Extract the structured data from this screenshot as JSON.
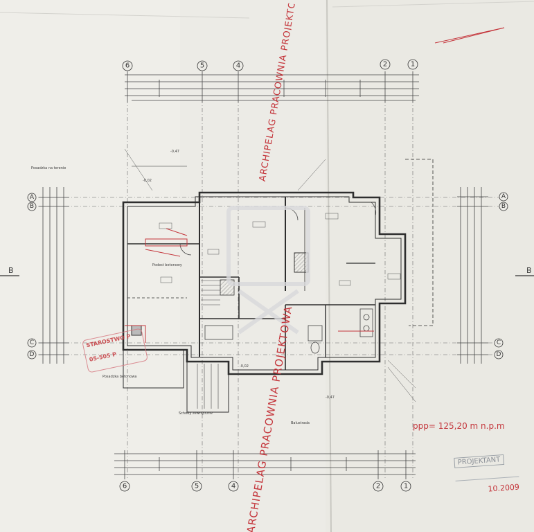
{
  "stamp": {
    "text": "ARCHIPELAG PRACOWNIA PROJEKTOWA",
    "upper_text": "ARCHIPELAG PRACOWNIA PROJEKTOWA",
    "color": "#c4353b"
  },
  "elevation": {
    "text": "ppp= 125,20 m n.p.m"
  },
  "designer_stamp": {
    "title": "PROJEKTANT",
    "date": "10.2009"
  },
  "county_stamp": {
    "line1": "STAROSTWO P",
    "line2": "05-505 P"
  },
  "section_marks": {
    "left": "B",
    "right": "B"
  },
  "axes": {
    "top": [
      "6",
      "5",
      "4",
      "2",
      "1"
    ],
    "bottom": [
      "6",
      "5",
      "4",
      "2",
      "1"
    ],
    "left": [
      "A",
      "B",
      "C",
      "D"
    ],
    "right": [
      "A",
      "B",
      "C",
      "D"
    ]
  },
  "labels": {
    "wall_note": "Posadzka na terenie",
    "slab_note": "Posadzka betonowa",
    "bedroom": "Podest betonowy",
    "level1": "-0,47",
    "level2": "-0,02",
    "level3": "-0,02",
    "level4": "-0,47",
    "terrace": "Schody zewnętrzne",
    "opaska": "Balustrada"
  },
  "colors": {
    "paper": "#ecebe6",
    "ink": "#3c3c3c",
    "stamp_red": "#c4353b",
    "pencil": "#8a8f96"
  }
}
